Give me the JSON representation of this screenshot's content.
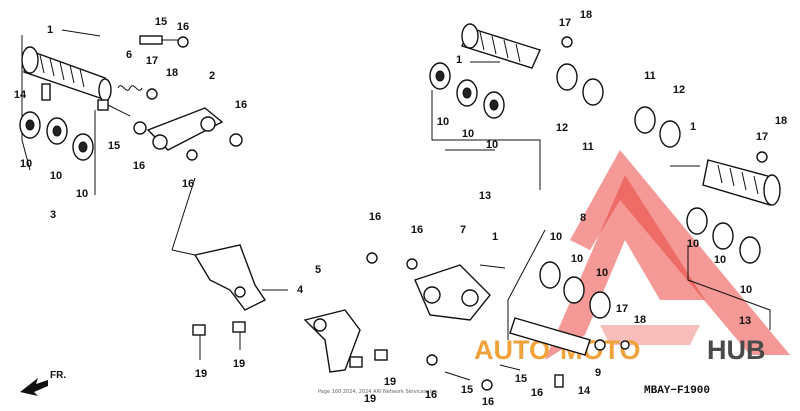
{
  "diagram": {
    "code": "MBAY−F1900",
    "direction": "FR.",
    "watermark": {
      "part1": "AUTO",
      "part2": "MOTO",
      "part3": "HUB",
      "colors": {
        "red": "#e8322a",
        "orange": "#f2a23a",
        "gray": "#4a4a4a"
      }
    },
    "fineprint": "Page 160 2024, 2024 ARI Network Services, Inc.",
    "labels": {
      "l1a": "1",
      "l15a": "15",
      "l16a": "16",
      "l17a": "17",
      "l18a": "18",
      "l6": "6",
      "l14a": "14",
      "l10a": "10",
      "l10b": "10",
      "l10c": "10",
      "l3": "3",
      "l15b": "15",
      "l2": "2",
      "l16b": "16",
      "l16c": "16",
      "l16d": "16",
      "l17b": "17",
      "l18b": "18",
      "l1b": "1",
      "l10d": "10",
      "l10e": "10",
      "l10f": "10",
      "l12a": "12",
      "l11a": "11",
      "l13a": "13",
      "l11b": "11",
      "l12b": "12",
      "l1c": "1",
      "l17c": "17",
      "l18c": "18",
      "l10g": "10",
      "l10h": "10",
      "l10i": "10",
      "l13b": "13",
      "l16e": "16",
      "l16f": "16",
      "l7": "7",
      "l1d": "1",
      "l5": "5",
      "l4": "4",
      "l19a": "19",
      "l19b": "19",
      "l8": "8",
      "l10j": "10",
      "l10k": "10",
      "l10l": "10",
      "l17d": "17",
      "l18d": "18",
      "l9": "9",
      "l19c": "19",
      "l19d": "19",
      "l16g": "16",
      "l15c": "15",
      "l16h": "16",
      "l15d": "15",
      "l16i": "16",
      "l14b": "14"
    }
  }
}
